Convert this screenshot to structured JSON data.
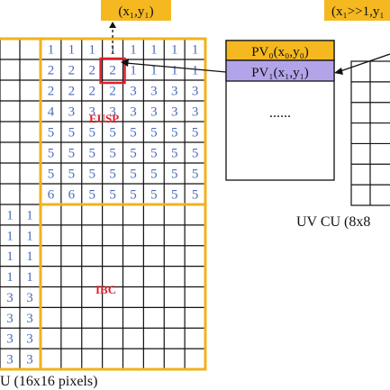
{
  "top_label_left": "(x₁,y₁)",
  "top_label_right": "(x₁>>1,y₁",
  "pv_table": {
    "rows": [
      "PV₀(x₀,y₀)",
      "PV₁(x₁,y₁)"
    ],
    "ellipsis": "......"
  },
  "region_labels": {
    "eusp": "EUSP",
    "ibc": "IBC"
  },
  "caption_bottom": "U (16x16 pixels)",
  "caption_right": "UV CU (8x8",
  "colors": {
    "grid": "#111111",
    "cu_border": "#f2b21c",
    "highlight": "#e0202a",
    "numbers": "#4a6bb8",
    "pv0_fill": "#f5b820",
    "pv1_fill": "#b3a4ea",
    "label_box": "#f5b820"
  },
  "eusp_grid": [
    [
      "1",
      "1",
      "1",
      "1",
      "1",
      "1",
      "1",
      "1"
    ],
    [
      "2",
      "2",
      "2",
      "2",
      "1",
      "1",
      "1",
      "1"
    ],
    [
      "2",
      "2",
      "2",
      "2",
      "3",
      "3",
      "3",
      "3"
    ],
    [
      "4",
      "3",
      "3",
      "3",
      "3",
      "3",
      "3",
      "3"
    ],
    [
      "5",
      "5",
      "5",
      "5",
      "5",
      "5",
      "5",
      "5"
    ],
    [
      "5",
      "5",
      "5",
      "5",
      "5",
      "5",
      "5",
      "5"
    ],
    [
      "5",
      "5",
      "5",
      "5",
      "5",
      "5",
      "5",
      "5"
    ],
    [
      "6",
      "6",
      "5",
      "5",
      "5",
      "5",
      "5",
      "5"
    ]
  ],
  "left_column_values": [
    "1",
    "1",
    "1",
    "1",
    "1",
    "1",
    "1",
    "1",
    "3",
    "3",
    "3",
    "3",
    "3",
    "3",
    "3",
    "3"
  ],
  "highlight_cell": {
    "row": 1,
    "col": 3
  }
}
